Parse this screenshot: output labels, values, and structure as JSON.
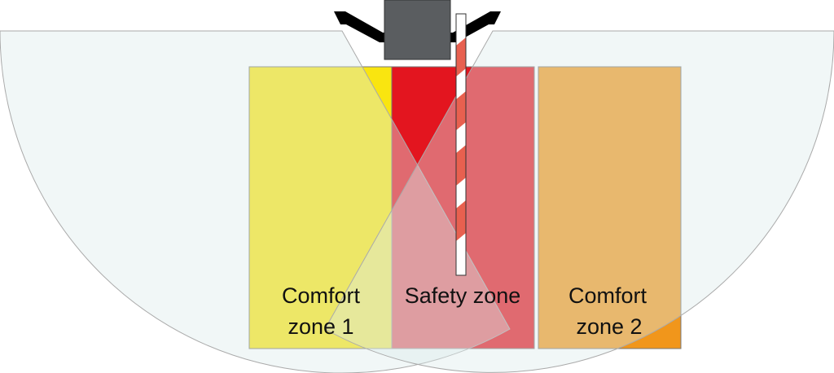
{
  "zones": {
    "comfort1": {
      "line1": "Comfort",
      "line2": "zone 1"
    },
    "safety": {
      "label": "Safety zone"
    },
    "comfort2": {
      "line1": "Comfort",
      "line2": "zone 2"
    }
  },
  "colors": {
    "comfort1": "#F9E510",
    "safety": "#E3151F",
    "comfort2": "#F1961B",
    "sensor_field": "#DCECEC",
    "camera": "#5A5D60",
    "pole_stripe": "#E8604F"
  },
  "icons": [
    "camera-icon",
    "barrier-pole-icon"
  ]
}
